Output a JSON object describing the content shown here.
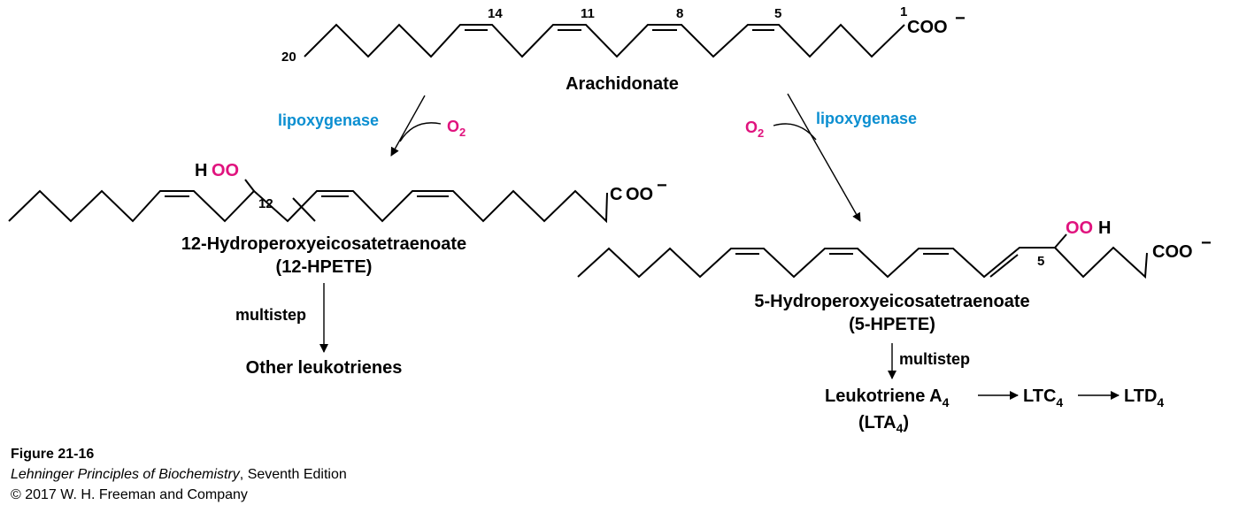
{
  "colors": {
    "enzyme": "#0b8fd1",
    "oxygen": "#e0137e",
    "text": "#000000"
  },
  "arachidonate": {
    "name": "Arachidonate",
    "carbon_numbers": [
      "20",
      "14",
      "11",
      "8",
      "5",
      "1"
    ],
    "carboxylate": "COO",
    "charge": "−"
  },
  "left_branch": {
    "enzyme": "lipoxygenase",
    "oxygen": "O",
    "oxygen_sub": "2",
    "hydroperoxy_h": "H",
    "hydroperoxy_oo": "OO",
    "position": "12",
    "carboxylate_c": "C",
    "carboxylate_oo": "OO",
    "charge": "−",
    "product_name": "12-Hydroperoxyeicosatetraenoate",
    "product_abbr": "(12-HPETE)",
    "step_label": "multistep",
    "final_product": "Other leukotrienes"
  },
  "right_branch": {
    "enzyme": "lipoxygenase",
    "oxygen": "O",
    "oxygen_sub": "2",
    "hydroperoxy_oo": "OO",
    "hydroperoxy_h": "H",
    "position": "5",
    "carboxylate": "COO",
    "charge": "−",
    "product_name": "5-Hydroperoxyeicosatetraenoate",
    "product_abbr": "(5-HPETE)",
    "step_label": "multistep",
    "lta4_name": "Leukotriene A",
    "lta4_sub": "4",
    "lta4_abbr_open": "(LTA",
    "lta4_abbr_sub": "4",
    "lta4_abbr_close": ")",
    "ltc4": "LTC",
    "ltc4_sub": "4",
    "ltd4": "LTD",
    "ltd4_sub": "4"
  },
  "caption": {
    "figure": "Figure 21-16",
    "book_title": "Lehninger Principles of Biochemistry",
    "edition": ", Seventh Edition",
    "copyright": "© 2017 W. H. Freeman and Company"
  }
}
